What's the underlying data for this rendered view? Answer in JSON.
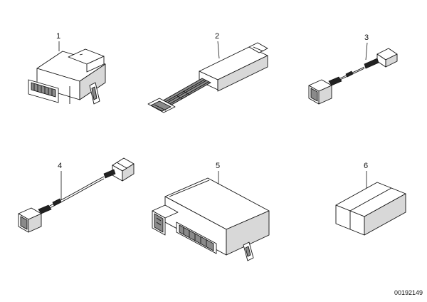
{
  "parts": [
    {
      "callout": "1",
      "icon": "control-unit-with-connector-icon"
    },
    {
      "callout": "2",
      "icon": "module-with-ribbon-cable-icon"
    },
    {
      "callout": "3",
      "icon": "short-adapter-lead-icon"
    },
    {
      "callout": "4",
      "icon": "long-adapter-lead-icon"
    },
    {
      "callout": "5",
      "icon": "control-module-icon"
    },
    {
      "callout": "6",
      "icon": "carton-box-icon"
    }
  ],
  "diagram_id": "00192149"
}
